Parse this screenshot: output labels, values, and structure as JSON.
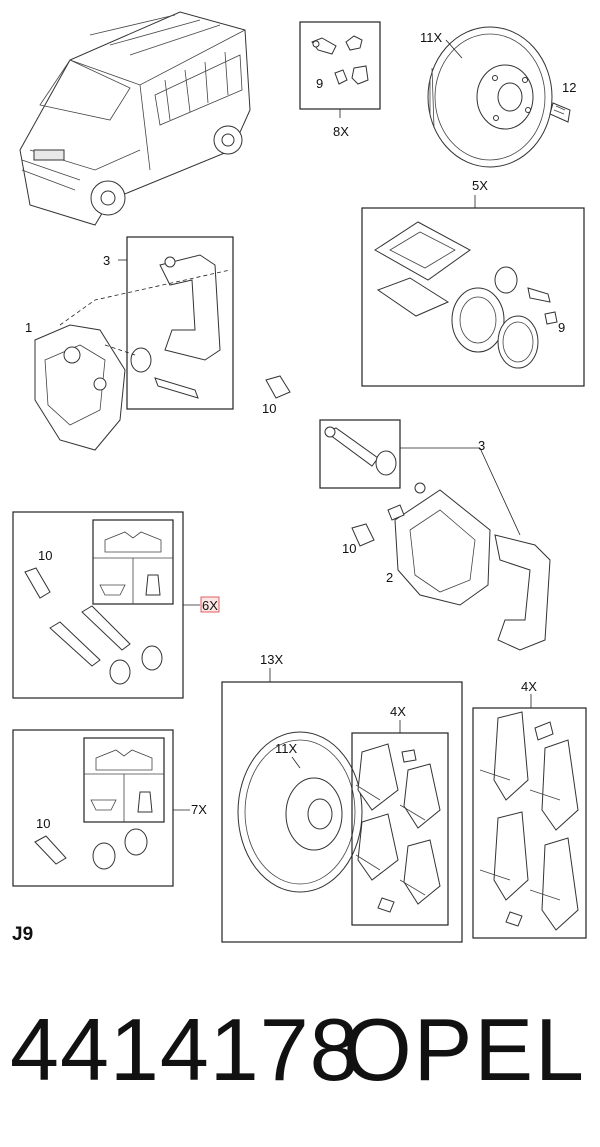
{
  "page_code": "J9",
  "part_number": "4414178",
  "brand": "OPEL",
  "callouts": {
    "c_8x": "8X",
    "c_11x_top": "11X",
    "c_12": "12",
    "c_9_top": "9",
    "c_3_top": "3",
    "c_1": "1",
    "c_10_a": "10",
    "c_5x": "5X",
    "c_9_5x": "9",
    "c_3_right": "3",
    "c_10_b": "10",
    "c_2": "2",
    "c_10_6x": "10",
    "c_6x": "6X",
    "c_10_7x": "10",
    "c_7x": "7X",
    "c_13x": "13X",
    "c_11x_mid": "11X",
    "c_4x_mid": "4X",
    "c_4x_right": "4X"
  }
}
